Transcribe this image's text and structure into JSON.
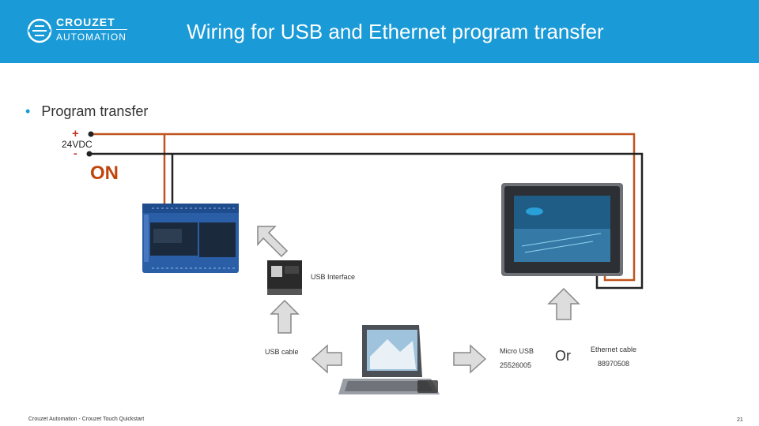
{
  "header": {
    "title": "Wiring for USB and Ethernet program transfer",
    "brand_top": "CROUZET",
    "brand_bottom": "AUTOMATION",
    "background": "#1a9ad6"
  },
  "content": {
    "bullet": "Program transfer",
    "supply": {
      "plus": "+",
      "minus": "-",
      "voltage": "24VDC"
    },
    "state": "ON",
    "usb_interface_label": "USB Interface",
    "usb_cable_label": "USB cable",
    "micro_usb_label": "Micro USB",
    "micro_usb_ref": "25526005",
    "or_label": "Or",
    "ethernet_label": "Ethernet cable",
    "ethernet_ref": "88970508"
  },
  "colors": {
    "wire_positive": "#c0541e",
    "wire_negative": "#222222",
    "arrow_fill": "#dddddd",
    "arrow_stroke": "#888888"
  },
  "footer": {
    "left": "Crouzet Automation - Crouzet Touch Quickstart",
    "page": "21"
  }
}
